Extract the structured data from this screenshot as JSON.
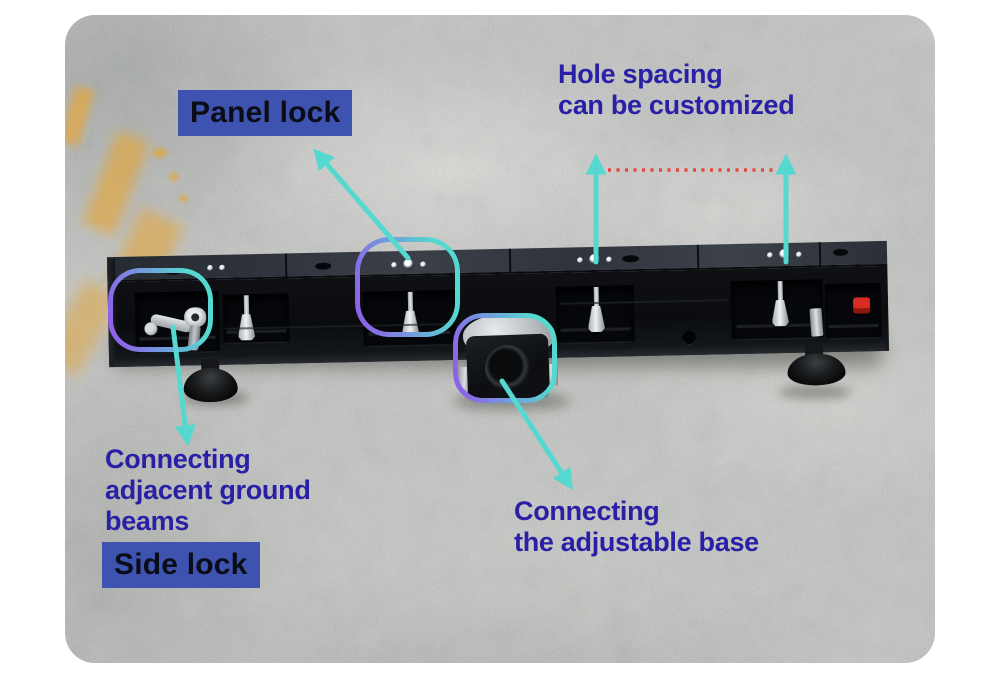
{
  "annotations": {
    "panel_lock": {
      "label": "Panel lock"
    },
    "side_lock": {
      "label": "Side lock"
    },
    "hole_spacing": {
      "line1": "Hole spacing",
      "line2": "can be customized"
    },
    "connecting_beams": {
      "line1": "Connecting",
      "line2": "adjacent ground",
      "line3": "beams"
    },
    "connecting_base": {
      "line1": "Connecting",
      "line2": "the adjustable base"
    }
  },
  "colors": {
    "accent_teal": "#55d8d0",
    "accent_purple": "#8e61e9",
    "label_box_blue": "#3e53b0",
    "annotation_navy": "#2920a6",
    "label_text_dark": "#0a0d17",
    "dotted_line_red": "#e2483c"
  }
}
